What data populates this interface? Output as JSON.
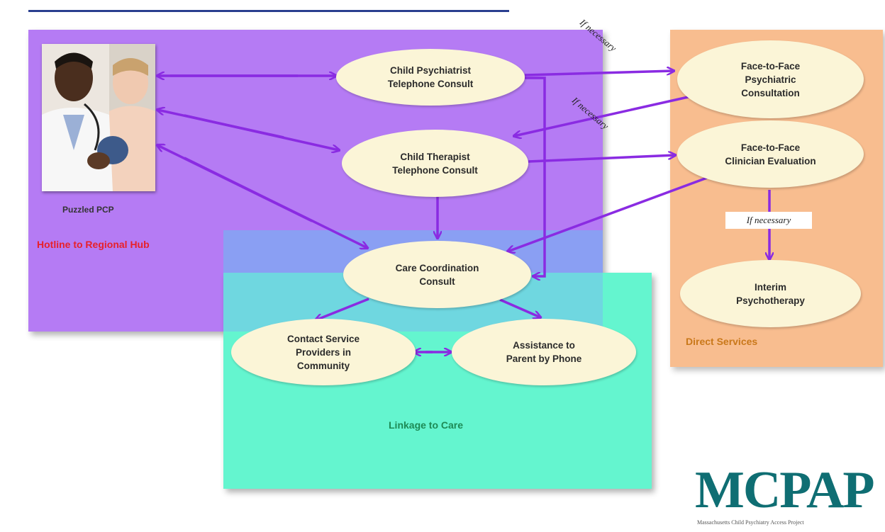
{
  "regions": {
    "hotline": "Hotline to Regional Hub",
    "linkage": "Linkage to Care",
    "direct": "Direct Services"
  },
  "photo_caption": "Puzzled PCP",
  "nodes": {
    "psychiatrist_consult": "Child Psychiatrist\nTelephone Consult",
    "therapist_consult": "Child Therapist\nTelephone Consult",
    "care_coordination": "Care Coordination\nConsult",
    "contact_providers": "Contact Service\nProviders in\nCommunity",
    "assist_parent": "Assistance to\nParent by Phone",
    "f2f_psychiatric": "Face-to-Face\nPsychiatric\nConsultation",
    "f2f_clinician": "Face-to-Face\nClinician Evaluation",
    "interim_psychotherapy": "Interim\nPsychotherapy"
  },
  "if_necessary": [
    "If necessary",
    "If necessary",
    "If necessary"
  ],
  "logo": {
    "text": "MCPAP",
    "subtitle": "Massachusetts Child Psychiatry Access Project"
  },
  "colors": {
    "arrow": "#8a2be2",
    "hotline_bg": "#b57bf4",
    "linkage_bg": "#64f5cf",
    "direct_bg": "#f8bd8f",
    "node_bg": "#fbf5d7"
  }
}
